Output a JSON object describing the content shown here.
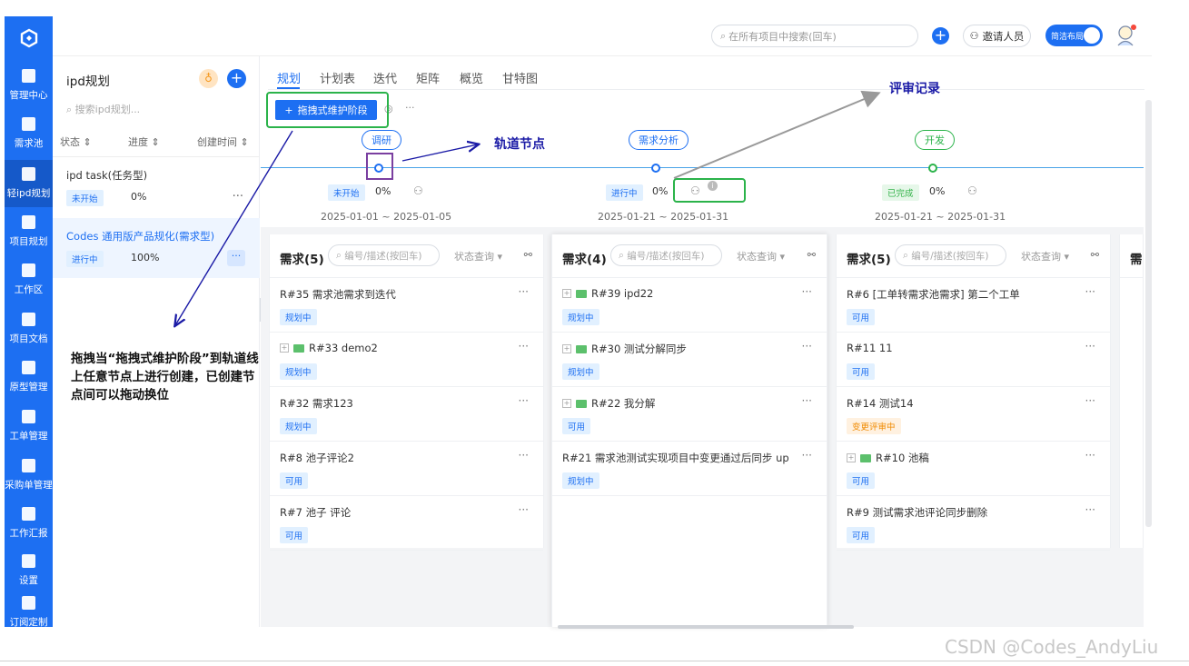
{
  "nav": {
    "items": [
      {
        "label": "管理中心"
      },
      {
        "label": "需求池"
      },
      {
        "label": "轻ipd规划"
      },
      {
        "label": "项目规划"
      },
      {
        "label": "工作区"
      },
      {
        "label": "项目文档"
      },
      {
        "label": "原型管理"
      },
      {
        "label": "工单管理"
      },
      {
        "label": "采购单管理"
      },
      {
        "label": "工作汇报"
      },
      {
        "label": "设置"
      },
      {
        "label": "订阅定制"
      }
    ]
  },
  "topbar": {
    "search_placeholder": "在所有项目中搜索(回车)",
    "invite_label": "邀请人员",
    "toggle_label": "简洁布局"
  },
  "left_panel": {
    "title": "ipd规划",
    "search_placeholder": "搜索ipd规划...",
    "columns": [
      "状态 ⇕",
      "进度 ⇕",
      "创建时间 ⇕"
    ],
    "items": [
      {
        "name": "ipd task(任务型)",
        "status": "未开始",
        "progress": "0%",
        "more": "···"
      },
      {
        "name": "Codes 通用版产品规化(需求型)",
        "status": "进行中",
        "progress": "100%",
        "more": "···"
      }
    ]
  },
  "tabs": [
    "规划",
    "计划表",
    "迭代",
    "矩阵",
    "概览",
    "甘特图"
  ],
  "toolbar": {
    "drag_button": "拖拽式维护阶段",
    "more": "···"
  },
  "stages": [
    {
      "name": "调研",
      "status": "未开始",
      "progress": "0%",
      "date": "2025-01-01 ~ 2025-01-05"
    },
    {
      "name": "需求分析",
      "status": "进行中",
      "progress": "0%",
      "date": "2025-01-21 ~ 2025-01-31"
    },
    {
      "name": "开发",
      "status": "已完成",
      "progress": "0%",
      "date": "2025-01-21 ~ 2025-01-31"
    }
  ],
  "columns": [
    {
      "title": "需求(5)",
      "search_placeholder": "编号/描述(按回车)",
      "filter": "状态查询",
      "cards": [
        {
          "title": "R#35 需求池需求到迭代",
          "tag": "规划中",
          "tag_color": "blue",
          "folder": false
        },
        {
          "title": "R#33 demo2",
          "tag": "规划中",
          "tag_color": "blue",
          "folder": true
        },
        {
          "title": "R#32 需求123",
          "tag": "规划中",
          "tag_color": "blue",
          "folder": false
        },
        {
          "title": "R#8 池子评论2",
          "tag": "可用",
          "tag_color": "blue",
          "folder": false
        },
        {
          "title": "R#7 池子 评论",
          "tag": "可用",
          "tag_color": "blue",
          "folder": false
        }
      ]
    },
    {
      "title": "需求(4)",
      "search_placeholder": "编号/描述(按回车)",
      "filter": "状态查询",
      "cards": [
        {
          "title": "R#39 ipd22",
          "tag": "规划中",
          "tag_color": "blue",
          "folder": true
        },
        {
          "title": "R#30 测试分解同步",
          "tag": "规划中",
          "tag_color": "blue",
          "folder": true
        },
        {
          "title": "R#22 我分解",
          "tag": "可用",
          "tag_color": "blue",
          "folder": true
        },
        {
          "title": "R#21 需求池测试实现项目中变更通过后同步 up",
          "tag": "规划中",
          "tag_color": "blue",
          "folder": false
        }
      ]
    },
    {
      "title": "需求(5)",
      "search_placeholder": "编号/描述(按回车)",
      "filter": "状态查询",
      "cards": [
        {
          "title": "R#6 [工单转需求池需求] 第二个工单",
          "tag": "可用",
          "tag_color": "blue",
          "folder": false
        },
        {
          "title": "R#11 11",
          "tag": "可用",
          "tag_color": "blue",
          "folder": false
        },
        {
          "title": "R#14 测试14",
          "tag": "变更评审中",
          "tag_color": "orange",
          "folder": false
        },
        {
          "title": "R#10 池稿",
          "tag": "可用",
          "tag_color": "blue",
          "folder": true
        },
        {
          "title": "R#9 测试需求池评论同步删除",
          "tag": "可用",
          "tag_color": "blue",
          "folder": false
        }
      ]
    }
  ],
  "fourth_column_title": "需",
  "annotations": {
    "track_node": "轨道节点",
    "review_record": "评审记录",
    "drag_hint": "拖拽当“拖拽式维护阶段”到轨道线上任意节点上进行创建，已创建节点间可以拖动换位"
  },
  "watermark": "CSDN @Codes_AndyLiu",
  "colors": {
    "primary": "#1d6ff2",
    "success": "#2bb34a",
    "annotation": "#1a1aa6"
  }
}
